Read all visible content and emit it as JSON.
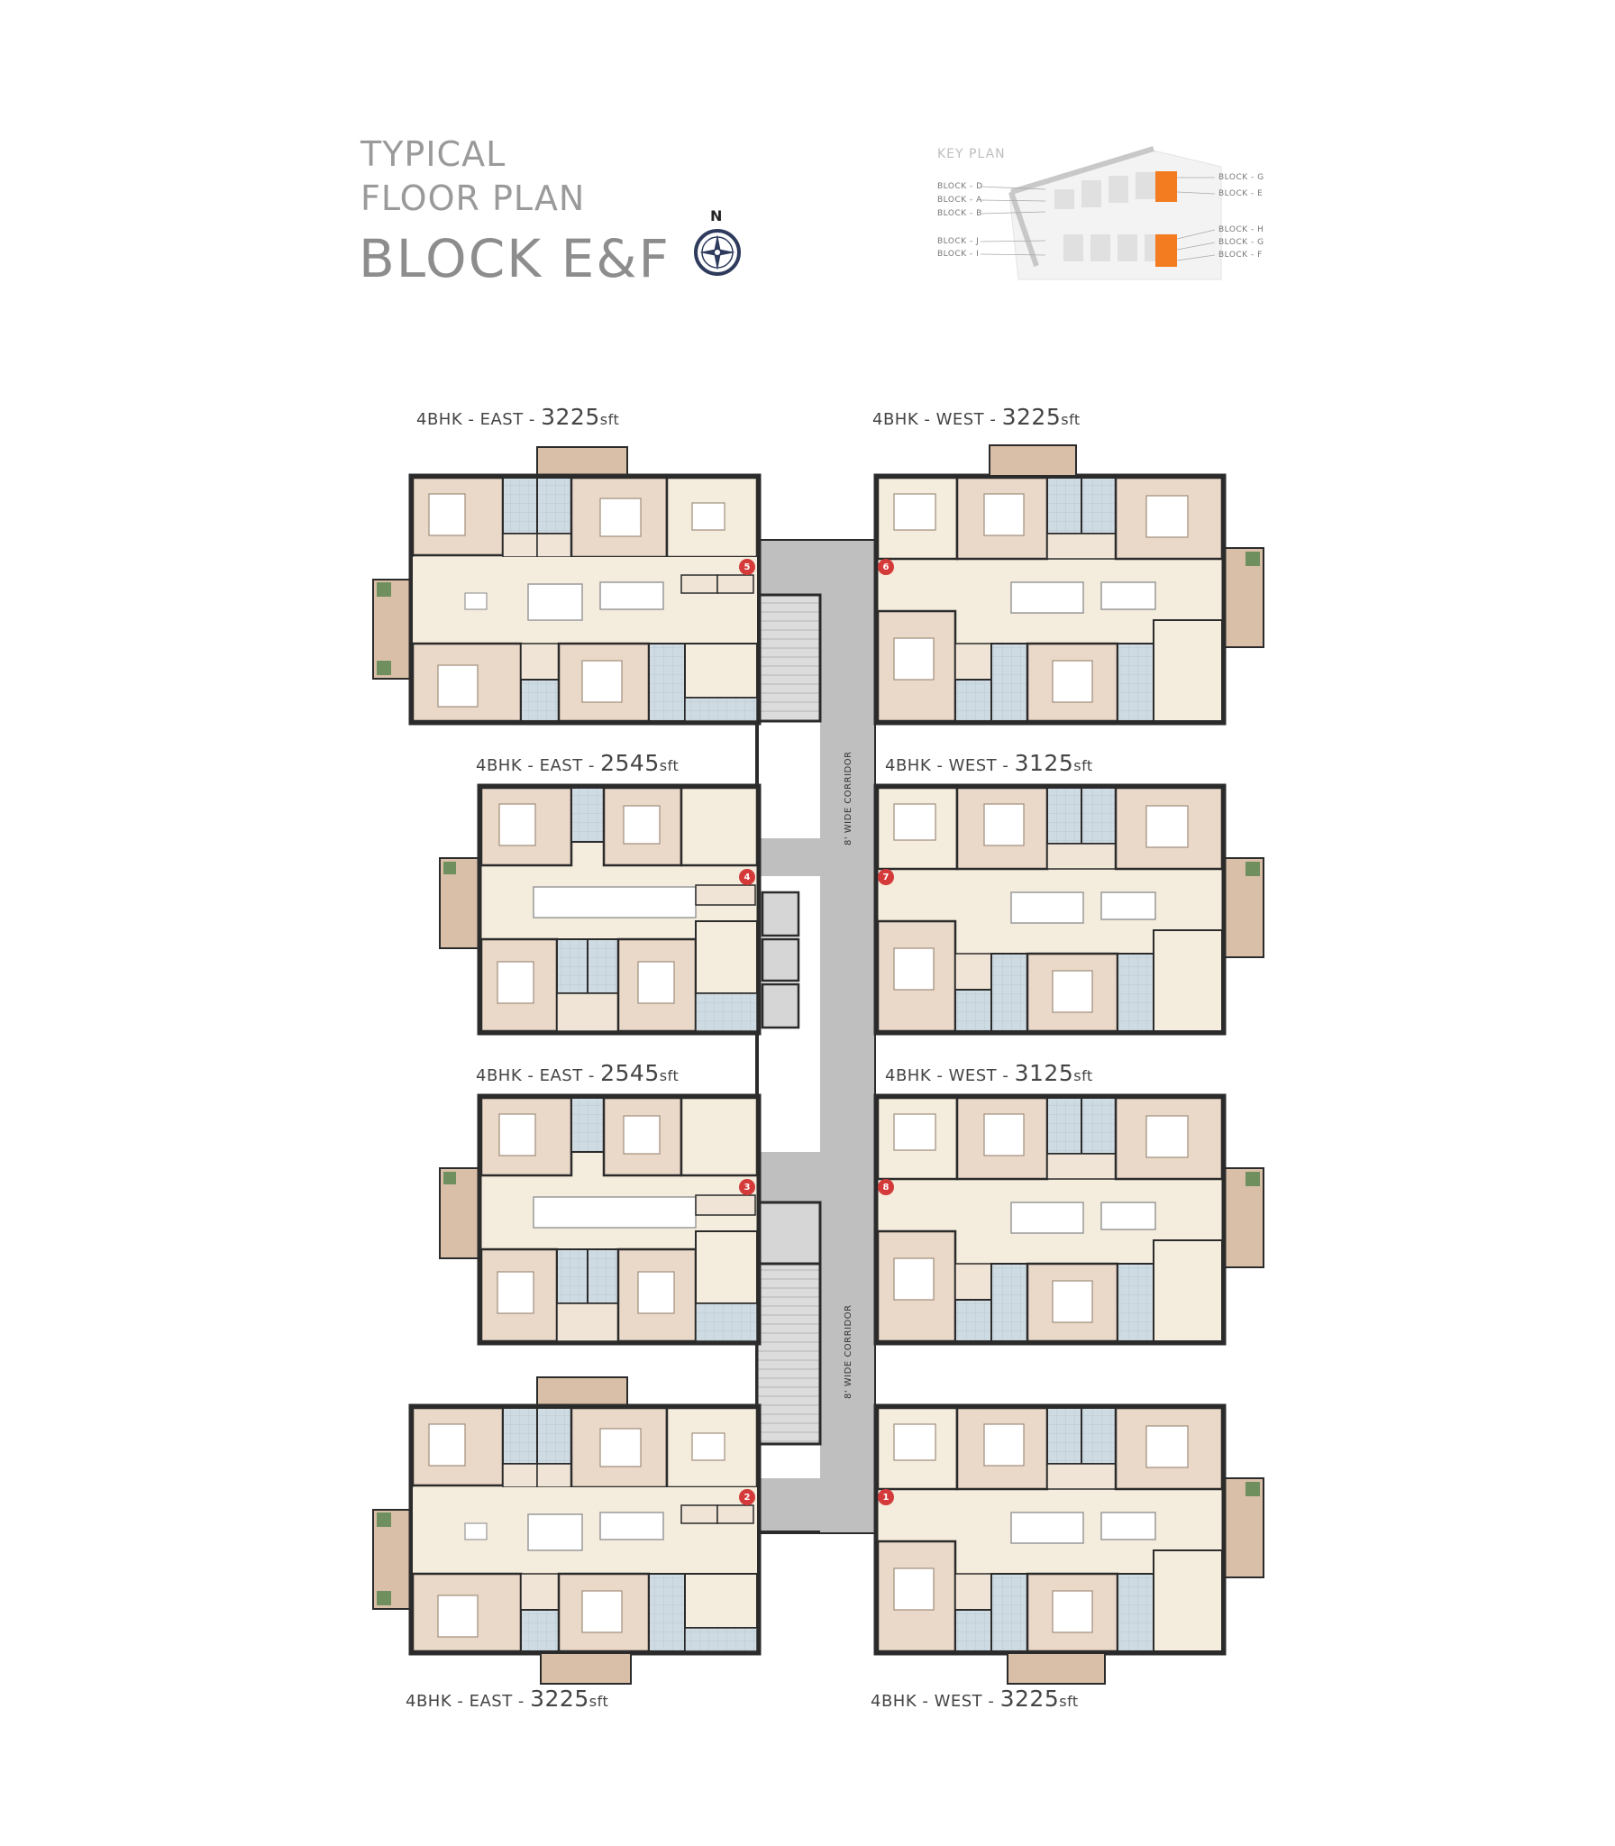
{
  "header": {
    "line1": "TYPICAL",
    "line2": "FLOOR PLAN",
    "line3": "BLOCK E&F",
    "compass_label": "N"
  },
  "key_plan": {
    "title": "KEY PLAN",
    "left_labels": [
      "BLOCK - D",
      "BLOCK - A",
      "BLOCK - B",
      "BLOCK - J",
      "BLOCK - I"
    ],
    "right_labels": [
      "BLOCK - G",
      "BLOCK - E",
      "BLOCK - H",
      "BLOCK - G",
      "BLOCK - F"
    ],
    "highlight_color": "#f47c20"
  },
  "corridor": {
    "label": "8' WIDE CORRIDOR"
  },
  "units": [
    {
      "id": "u5",
      "number": "5",
      "type": "4BHK - EAST - ",
      "area": "3225",
      "suffix": "sft"
    },
    {
      "id": "u6",
      "number": "6",
      "type": "4BHK - WEST - ",
      "area": "3225",
      "suffix": "sft"
    },
    {
      "id": "u4",
      "number": "4",
      "type": "4BHK - EAST - ",
      "area": "2545",
      "suffix": "sft"
    },
    {
      "id": "u7",
      "number": "7",
      "type": "4BHK - WEST - ",
      "area": "3125",
      "suffix": "sft"
    },
    {
      "id": "u3",
      "number": "3",
      "type": "4BHK - EAST - ",
      "area": "2545",
      "suffix": "sft"
    },
    {
      "id": "u8",
      "number": "8",
      "type": "4BHK - WEST - ",
      "area": "3125",
      "suffix": "sft"
    },
    {
      "id": "u2",
      "number": "2",
      "type": "4BHK - EAST - ",
      "area": "3225",
      "suffix": "sft"
    },
    {
      "id": "u1",
      "number": "1",
      "type": "4BHK - WEST - ",
      "area": "3225",
      "suffix": "sft"
    }
  ],
  "colors": {
    "wall": "#2b2b2b",
    "bedroom": "#ead8c8",
    "living": "#f4ecdc",
    "bath": "#c9d6de",
    "balcony": "#d9bfa8",
    "corridor": "#bfbfbf",
    "stair": "#d7d7d7",
    "marker": "#d43a3a"
  }
}
